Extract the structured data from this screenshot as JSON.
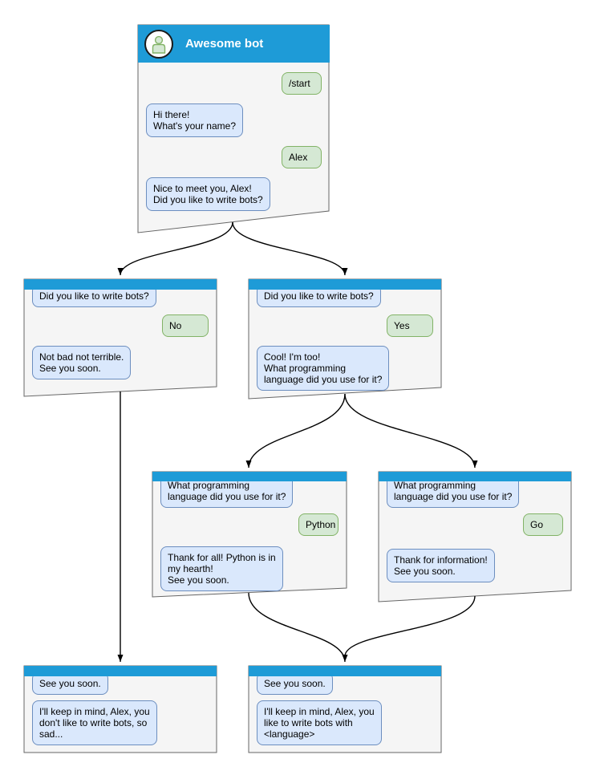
{
  "diagram": {
    "colors": {
      "header_blue": "#1E9BD7",
      "bot_bubble_bg": "#DAE8FC",
      "bot_bubble_border": "#6C8EBF",
      "user_bubble_bg": "#D5E8D4",
      "user_bubble_border": "#82B366",
      "window_bg": "#F5F5F5",
      "window_border": "#666666",
      "arrow": "#000000"
    },
    "windows": [
      {
        "id": "main",
        "title": "Awesome bot",
        "messages": [
          {
            "from": "user",
            "text": "/start"
          },
          {
            "from": "bot",
            "text": "Hi there!\nWhat's your name?"
          },
          {
            "from": "user",
            "text": "Alex"
          },
          {
            "from": "bot",
            "text": "Nice to meet you, Alex!\nDid you like to write bots?"
          }
        ]
      },
      {
        "id": "branch-no",
        "messages": [
          {
            "from": "bot",
            "text": "Did you like to write bots?"
          },
          {
            "from": "user",
            "text": "No"
          },
          {
            "from": "bot",
            "text": "Not bad not terrible.\nSee you soon."
          }
        ]
      },
      {
        "id": "branch-yes",
        "messages": [
          {
            "from": "bot",
            "text": "Did you like to write bots?"
          },
          {
            "from": "user",
            "text": "Yes"
          },
          {
            "from": "bot",
            "text": "Cool! I'm too!\nWhat programming\nlanguage did you use for it?"
          }
        ]
      },
      {
        "id": "branch-python",
        "messages": [
          {
            "from": "bot",
            "text": "What programming\nlanguage did you use for it?"
          },
          {
            "from": "user",
            "text": "Python"
          },
          {
            "from": "bot",
            "text": "Thank for all! Python is in\nmy hearth!\nSee you soon."
          }
        ]
      },
      {
        "id": "branch-go",
        "messages": [
          {
            "from": "bot",
            "text": "What programming\nlanguage did you use for it?"
          },
          {
            "from": "user",
            "text": "Go"
          },
          {
            "from": "bot",
            "text": "Thank for information!\nSee you soon."
          }
        ]
      },
      {
        "id": "end-no",
        "messages": [
          {
            "from": "bot",
            "text": "See you soon."
          },
          {
            "from": "bot",
            "text": "I'll keep in mind, Alex, you\ndon't like to write bots, so\nsad..."
          }
        ]
      },
      {
        "id": "end-yes",
        "messages": [
          {
            "from": "bot",
            "text": "See you soon."
          },
          {
            "from": "bot",
            "text": "I'll keep in mind, Alex, you\nlike to write bots with\n<language>"
          }
        ]
      }
    ]
  }
}
